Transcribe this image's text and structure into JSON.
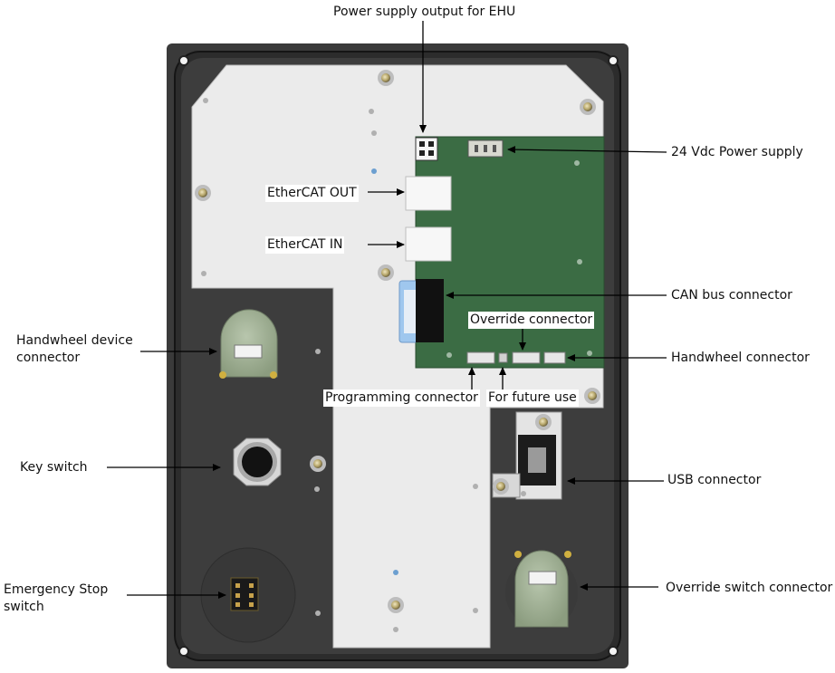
{
  "labels": {
    "power_supply_output": "Power supply output for EHU",
    "power_supply_24v": "24 Vdc Power supply",
    "ethercat_out": "EtherCAT OUT",
    "ethercat_in": "EtherCAT IN",
    "can_bus": "CAN bus connector",
    "override_connector": "Override connector",
    "handwheel_connector": "Handwheel connector",
    "handwheel_device_connector": "Handwheel device\nconnector",
    "programming_connector": "Programming connector",
    "future_use": "For future use",
    "key_switch": "Key switch",
    "usb_connector": "USB connector",
    "emergency_stop": "Emergency Stop\nswitch",
    "override_switch_connector": "Override switch connector"
  },
  "colors": {
    "housing": "#3b3b3b",
    "plate": "#ececec",
    "pcb": "#3c6e45",
    "knob": "#9aab8e",
    "port_blue": "#9fc7ee"
  },
  "icons": {
    "screw": "screw-icon",
    "arrow": "arrow-icon"
  }
}
